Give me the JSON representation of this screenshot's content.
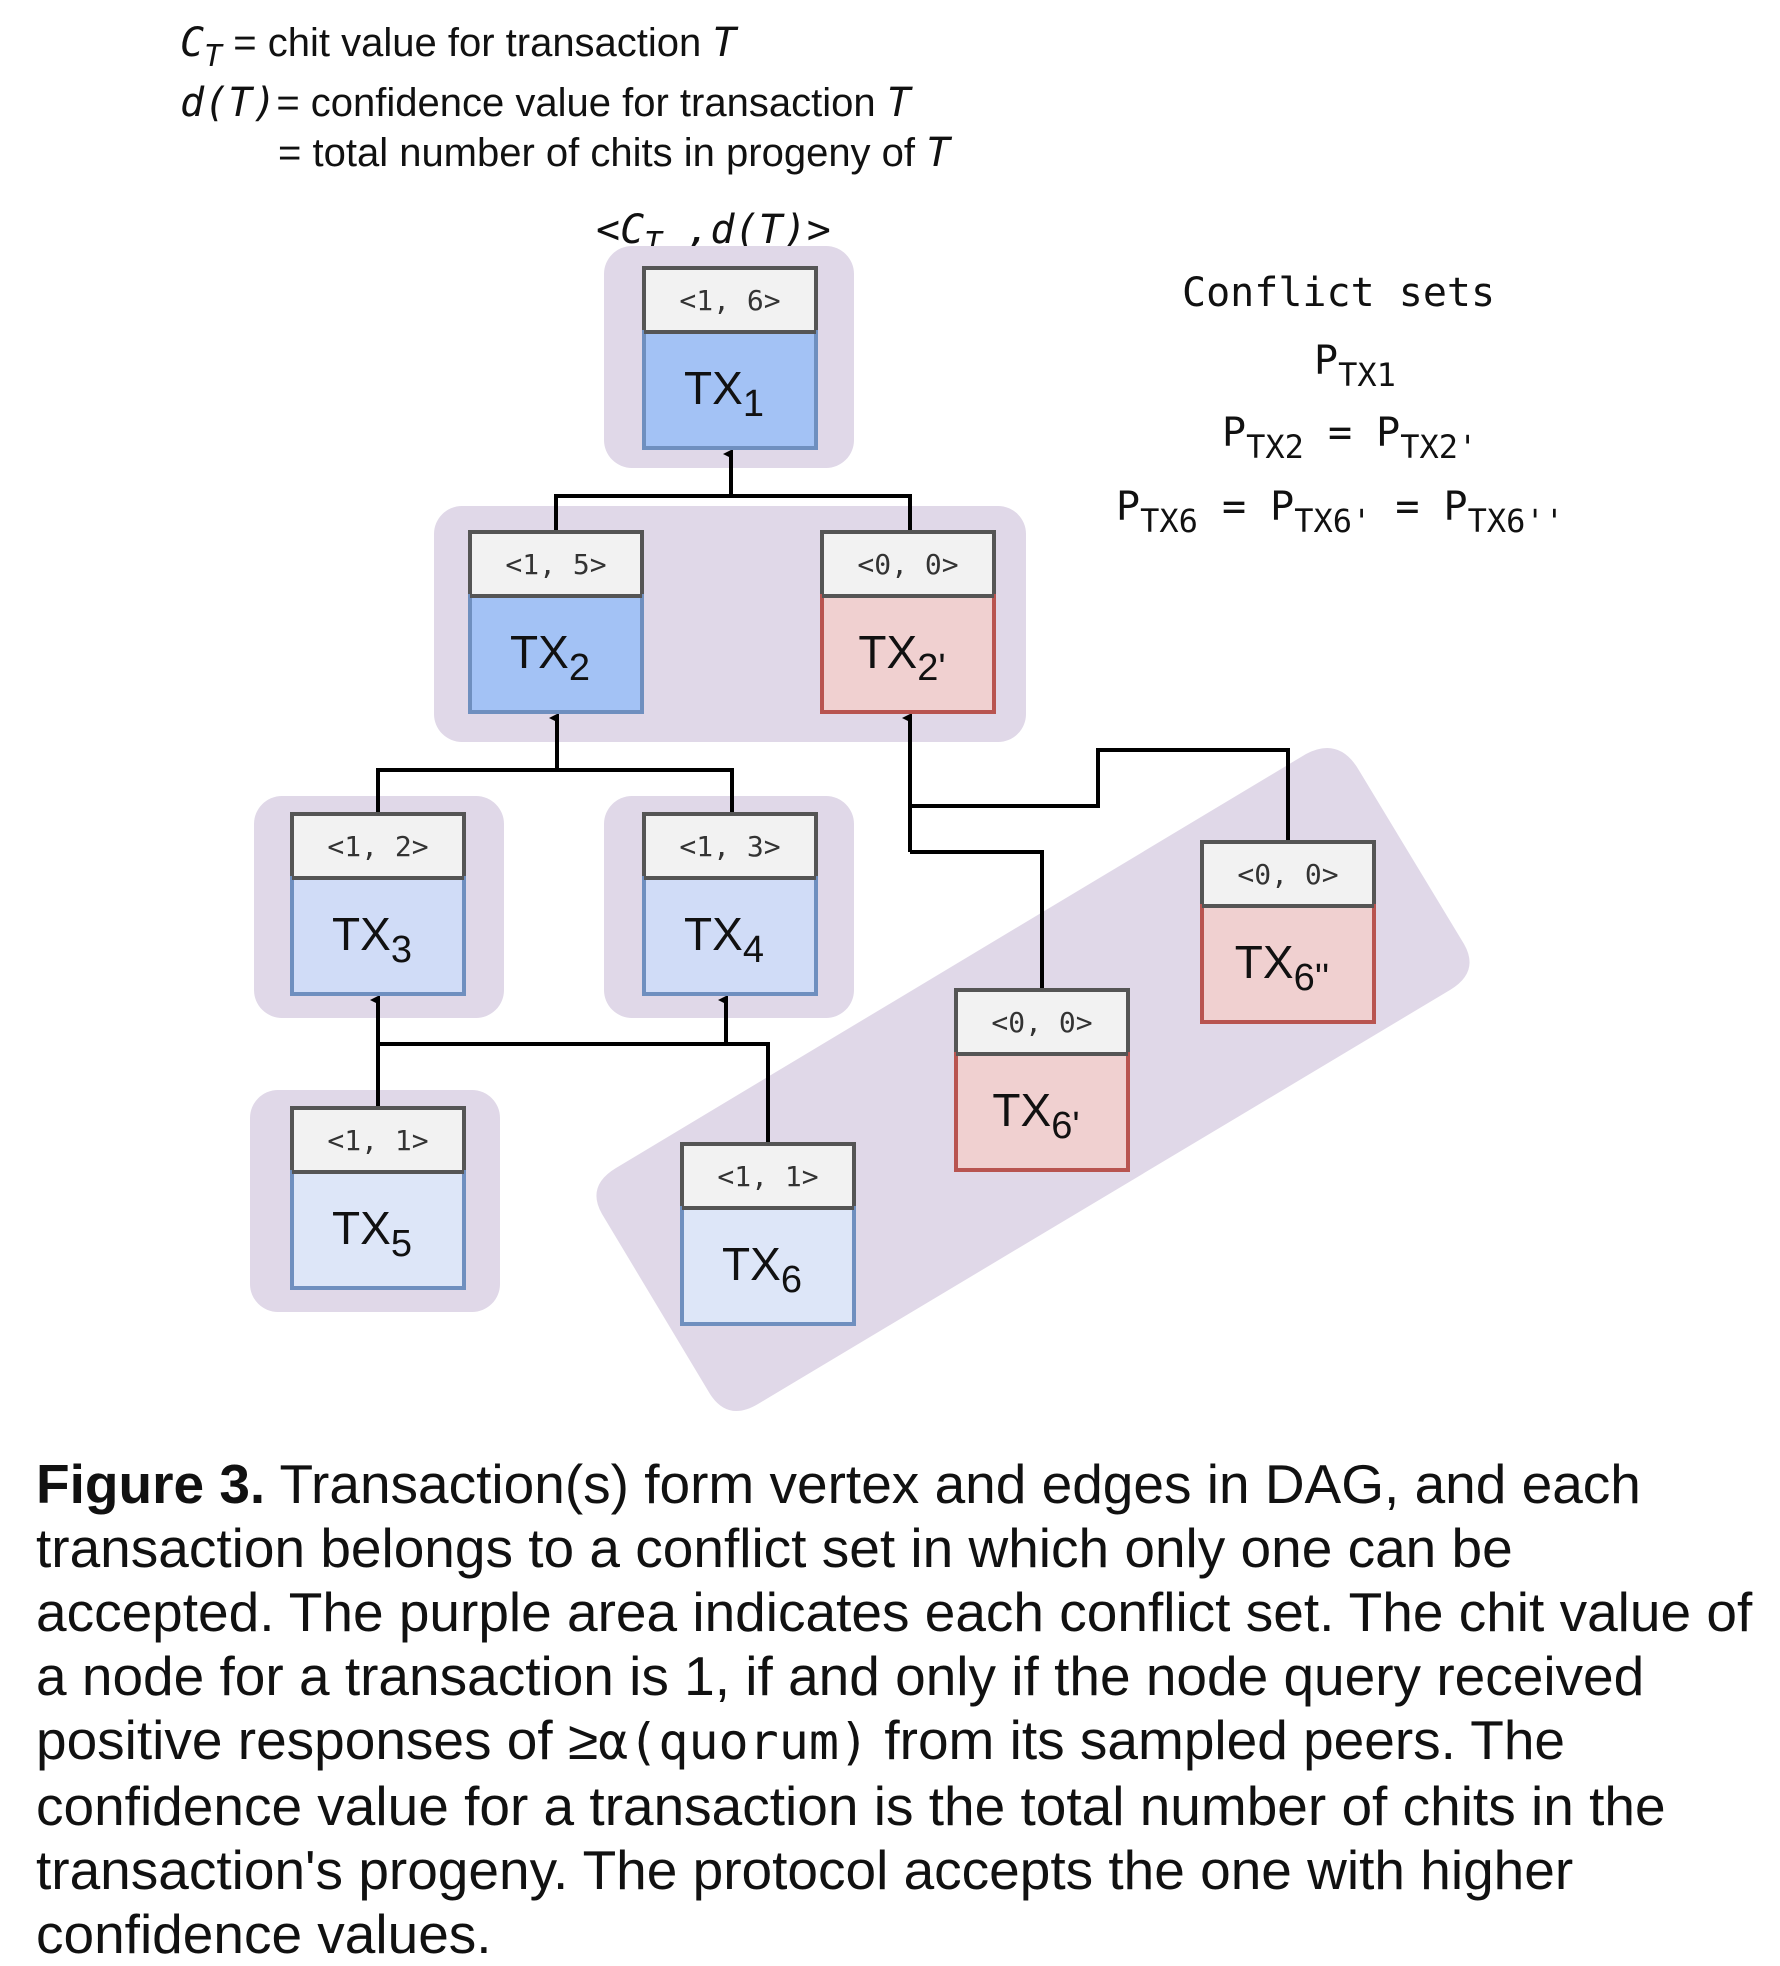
{
  "legend": {
    "line1_symbol": "C",
    "line1_sub": "T",
    "line1_text": " = chit value for transaction ",
    "line1_var": "T",
    "line2_symbol": "d(T)",
    "line2_text": "= confidence value for transaction ",
    "line2_var": "T",
    "line3_text": "= total number of chits in progeny of ",
    "line3_var": "T",
    "tuple_open": "<C",
    "tuple_sub": "T",
    "tuple_rest": " ,d(T)>"
  },
  "conflict_sets": {
    "title": "Conflict sets",
    "set1": {
      "p": "P",
      "sub": "TX1"
    },
    "set2": {
      "p1": "P",
      "sub1": "TX2",
      "eq": " = ",
      "p2": "P",
      "sub2": "TX2'"
    },
    "set3": {
      "p1": "P",
      "sub1": "TX6",
      "eq1": " = ",
      "p2": "P",
      "sub2": "TX6'",
      "eq2": " = ",
      "p3": "P",
      "sub3": "TX6''"
    }
  },
  "nodes": [
    {
      "id": "tx1",
      "chit": "<1, 6>",
      "label": "TX",
      "sub": "1",
      "color": "#a3c2f5"
    },
    {
      "id": "tx2",
      "chit": "<1, 5>",
      "label": "TX",
      "sub": "2",
      "color": "#a3c2f5"
    },
    {
      "id": "tx2p",
      "chit": "<0, 0>",
      "label": "TX",
      "sub": "2'",
      "color": "#f0d0d0"
    },
    {
      "id": "tx3",
      "chit": "<1, 2>",
      "label": "TX",
      "sub": "3",
      "color": "#d0dcf7"
    },
    {
      "id": "tx4",
      "chit": "<1, 3>",
      "label": "TX",
      "sub": "4",
      "color": "#d0dcf7"
    },
    {
      "id": "tx5",
      "chit": "<1, 1>",
      "label": "TX",
      "sub": "5",
      "color": "#dde6f8"
    },
    {
      "id": "tx6",
      "chit": "<1, 1>",
      "label": "TX",
      "sub": "6",
      "color": "#dde6f8"
    },
    {
      "id": "tx6p",
      "chit": "<0, 0>",
      "label": "TX",
      "sub": "6'",
      "color": "#f0d0d0"
    },
    {
      "id": "tx6pp",
      "chit": "<0, 0>",
      "label": "TX",
      "sub": "6''",
      "color": "#f0d0d0"
    }
  ],
  "colors": {
    "conflict_area": "#e0d8e8",
    "header_fill": "#f2f2f2",
    "header_border": "#555555",
    "blue_border": "#6f8fbf",
    "red_border": "#b85450",
    "edge": "#000000"
  },
  "caption": {
    "label": "Figure 3.",
    "text1": " Transaction(s) form vertex and edges in DAG, and each transaction belongs to a conflict set in which only one can be accepted. The purple area indicates each conflict set. The chit value of a node for a transaction is 1, if and only if the node query received positive responses of ≥",
    "alpha": "α(quorum)",
    "text2": " from its sampled peers. The confidence value for a transaction is the total number of chits in the transaction's progeny. The protocol accepts the one with higher confidence values."
  }
}
